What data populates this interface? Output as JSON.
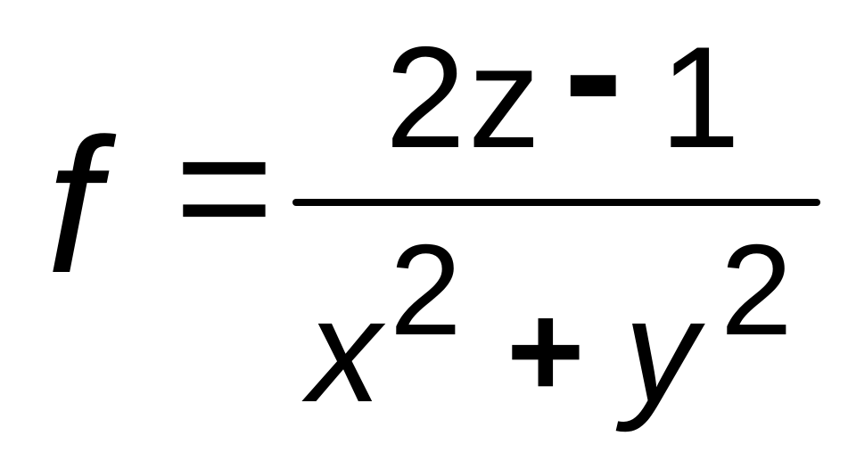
{
  "formula": {
    "lhs": "f",
    "equals": "=",
    "numerator": {
      "coef": "2",
      "var": "z",
      "minus": "-",
      "const": "1"
    },
    "denominator": {
      "x": "x",
      "x_exp": "2",
      "plus": "+",
      "y": "y",
      "y_exp": "2"
    }
  },
  "colors": {
    "ink": "#000000",
    "background": "#ffffff"
  }
}
